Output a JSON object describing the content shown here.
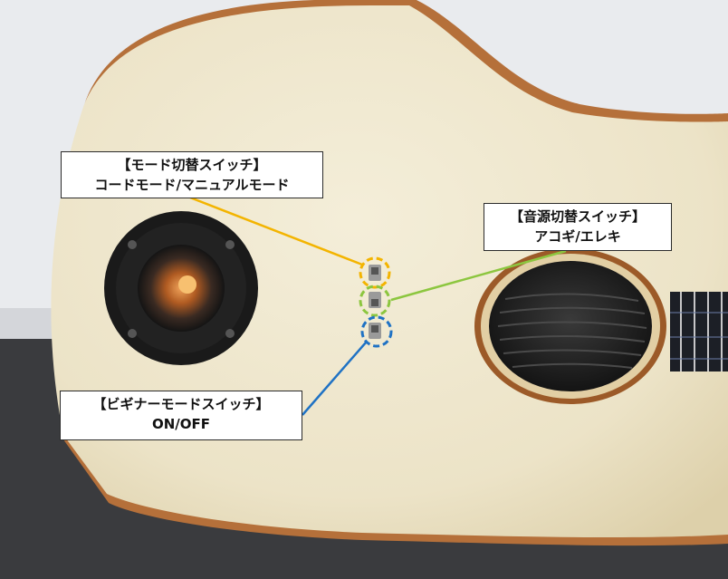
{
  "labels": {
    "mode_switch": {
      "title": "【モード切替スイッチ】",
      "detail": "コードモード/マニュアルモード",
      "color": "#f3b400"
    },
    "source_switch": {
      "title": "【音源切替スイッチ】",
      "detail": "アコギ/エレキ",
      "color": "#8cc63f"
    },
    "beginner_switch": {
      "title": "【ビギナーモードスイッチ】",
      "detail": "ON/OFF",
      "color": "#1f72c4"
    }
  },
  "colors": {
    "wall": "#e9ebee",
    "floor": "#3a3b3e",
    "wood_top": "#efe7cf",
    "binding": "#b5703a",
    "speaker": "#1a1a1a",
    "fretboard": "#1c1f26"
  }
}
